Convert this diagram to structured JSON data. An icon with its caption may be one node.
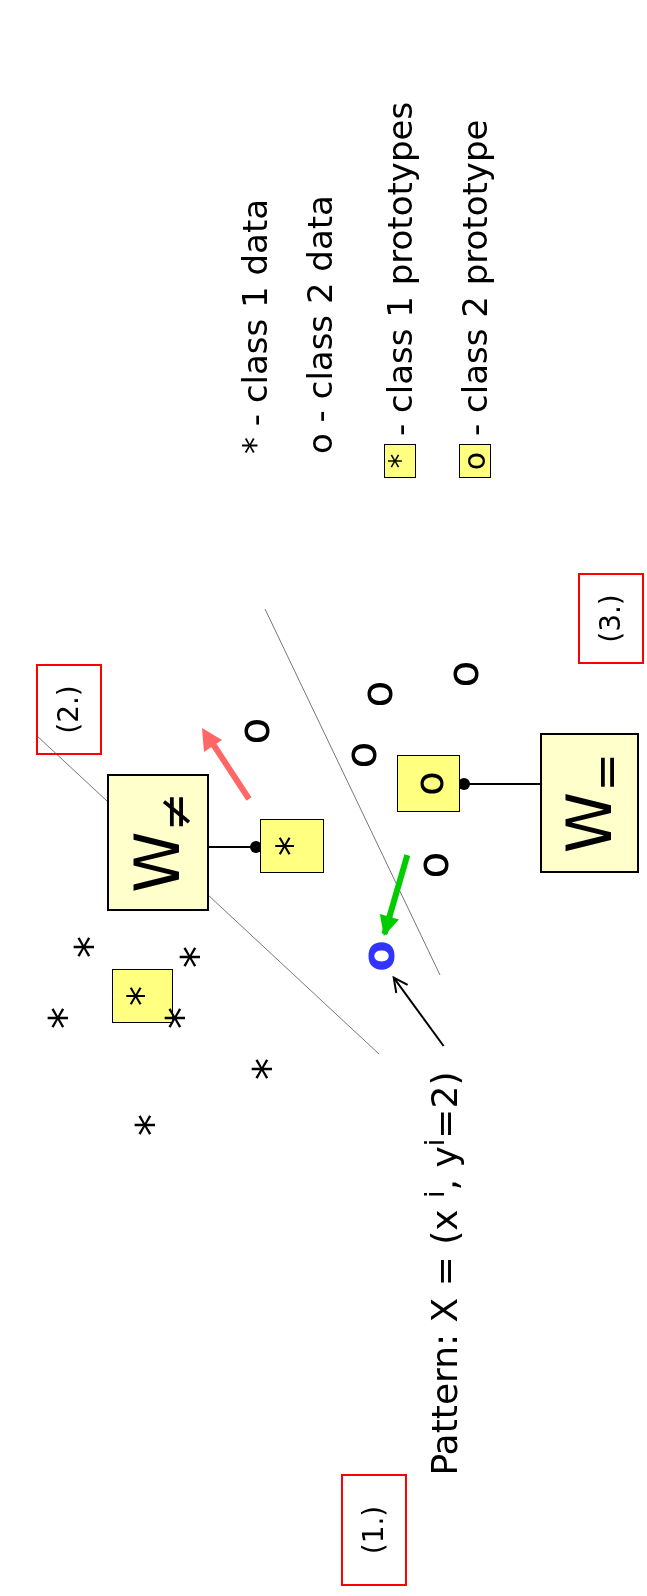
{
  "diagram": {
    "nodes": [
      {
        "text": [
          "(1.)"
        ]
      },
      {
        "text": [
          "(2.)"
        ]
      },
      {
        "text": [
          "(3.)"
        ]
      },
      {
        "text": [
          "*"
        ]
      },
      {
        "text": [
          "W$_{≠}$"
        ]
      },
      {
        "text": [
          "*"
        ]
      },
      {
        "text": [
          "o"
        ]
      },
      {
        "text": [
          "W$_{=}$"
        ]
      },
      {
        "text": [
          "Pattern: X = (x $^{i}$, y$^{i}$=2)"
        ]
      },
      {
        "text": [
          "o"
        ]
      }
    ],
    "edges": [
      {
        "from": 4,
        "to": 5,
        "arrow": "other"
      },
      {
        "from": 7,
        "to": 6,
        "arrow": "other"
      },
      {
        "from": 8,
        "to": 9,
        "arrow": "to"
      },
      {
        "from": 6,
        "to": 9,
        "arrow": "to",
        "style": "thick",
        "color": "#00cc00"
      }
    ],
    "labels": [
      "*",
      "*",
      "*",
      "*",
      "*",
      "*",
      "o",
      "o",
      "o",
      "o",
      "o",
      "*",
      "o"
    ],
    "legend": [
      {
        "text": "* - class 1 data"
      },
      {
        "text": "o - class 2 data"
      },
      {
        "text": "- class 1 prototypes",
        "color": "#ffff80"
      },
      {
        "text": "- class 2 prototype",
        "color": "#ffff80"
      }
    ]
  }
}
